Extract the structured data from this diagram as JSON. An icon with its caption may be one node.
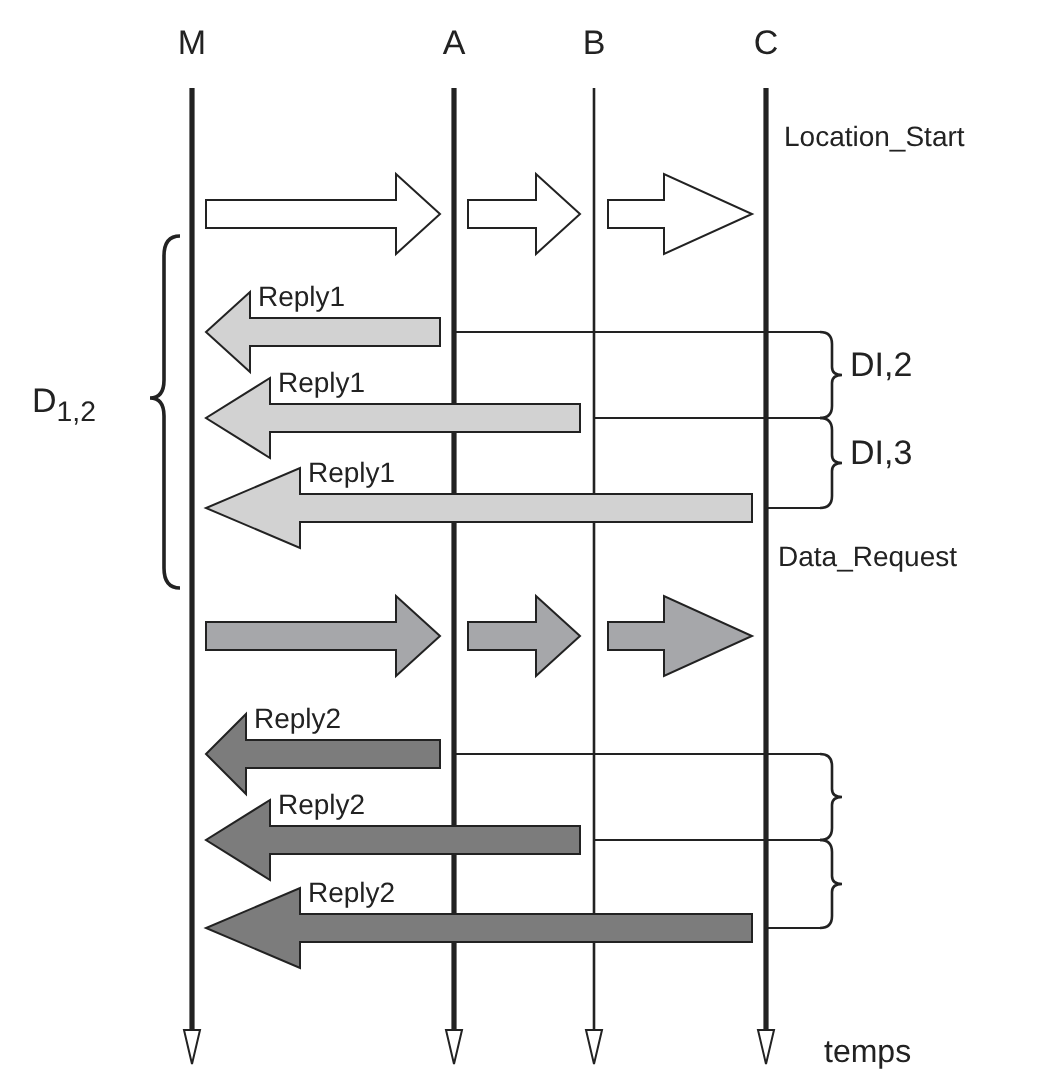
{
  "diagram": {
    "nodes": [
      {
        "text": [
          "M"
        ]
      },
      {
        "text": [
          "A"
        ]
      },
      {
        "text": [
          "B"
        ]
      },
      {
        "text": [
          "C"
        ]
      }
    ],
    "edges": [
      {
        "from": 0,
        "to": 1,
        "arrow": "to",
        "color": "#ffffff"
      },
      {
        "from": 1,
        "to": 2,
        "arrow": "to",
        "color": "#ffffff"
      },
      {
        "from": 2,
        "to": 3,
        "arrow": "to",
        "color": "#ffffff"
      },
      {
        "from": 1,
        "to": 0,
        "arrow": "to",
        "label": "Reply1",
        "color": "#d2d2d2"
      },
      {
        "from": 2,
        "to": 0,
        "arrow": "to",
        "label": "Reply1",
        "color": "#d2d2d2"
      },
      {
        "from": 3,
        "to": 0,
        "arrow": "to",
        "label": "Reply1",
        "color": "#d2d2d2"
      },
      {
        "from": 0,
        "to": 1,
        "arrow": "to",
        "color": "#a6a7aa"
      },
      {
        "from": 1,
        "to": 2,
        "arrow": "to",
        "color": "#a6a7aa"
      },
      {
        "from": 2,
        "to": 3,
        "arrow": "to",
        "color": "#a6a7aa"
      },
      {
        "from": 1,
        "to": 0,
        "arrow": "to",
        "label": "Reply2",
        "color": "#7c7c7c"
      },
      {
        "from": 2,
        "to": 0,
        "arrow": "to",
        "label": "Reply2",
        "color": "#7c7c7c"
      },
      {
        "from": 3,
        "to": 0,
        "arrow": "to",
        "label": "Reply2",
        "color": "#7c7c7c"
      }
    ],
    "labels": [
      "Location_Start",
      "DI,2",
      "D$_{1,2}$",
      "DI,3",
      "Data_Request",
      "temps"
    ]
  }
}
